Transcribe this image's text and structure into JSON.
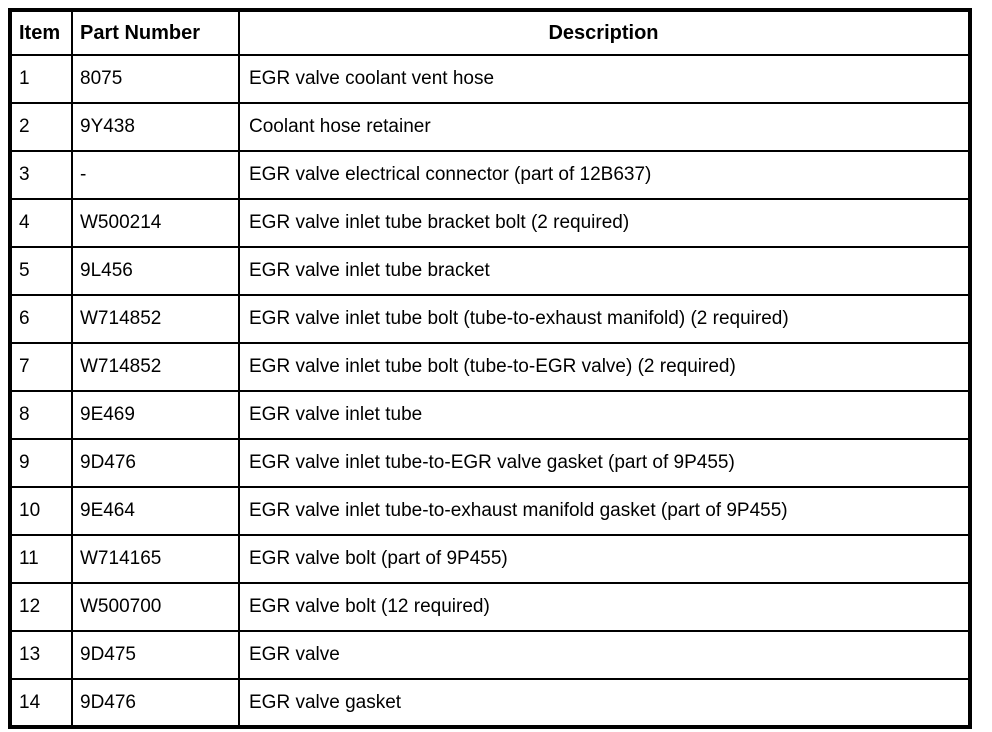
{
  "table": {
    "headers": {
      "item": "Item",
      "part_number": "Part Number",
      "description": "Description"
    },
    "rows": [
      {
        "item": "1",
        "part": "8075",
        "desc": "EGR valve coolant vent hose"
      },
      {
        "item": "2",
        "part": "9Y438",
        "desc": "Coolant hose retainer"
      },
      {
        "item": "3",
        "part": "-",
        "desc": "EGR valve electrical connector (part of 12B637)"
      },
      {
        "item": "4",
        "part": "W500214",
        "desc": "EGR valve inlet tube bracket bolt (2 required)"
      },
      {
        "item": "5",
        "part": "9L456",
        "desc": "EGR valve inlet tube bracket"
      },
      {
        "item": "6",
        "part": "W714852",
        "desc": "EGR valve inlet tube bolt (tube-to-exhaust manifold) (2 required)"
      },
      {
        "item": "7",
        "part": "W714852",
        "desc": "EGR valve inlet tube bolt (tube-to-EGR valve) (2 required)"
      },
      {
        "item": "8",
        "part": "9E469",
        "desc": "EGR valve inlet tube"
      },
      {
        "item": "9",
        "part": "9D476",
        "desc": "EGR valve inlet tube-to-EGR valve gasket (part of 9P455)"
      },
      {
        "item": "10",
        "part": "9E464",
        "desc": "EGR valve inlet tube-to-exhaust manifold gasket (part of 9P455)"
      },
      {
        "item": "11",
        "part": "W714165",
        "desc": "EGR valve bolt (part of 9P455)"
      },
      {
        "item": "12",
        "part": "W500700",
        "desc": "EGR valve bolt (12 required)"
      },
      {
        "item": "13",
        "part": "9D475",
        "desc": "EGR valve"
      },
      {
        "item": "14",
        "part": "9D476",
        "desc": "EGR valve gasket"
      }
    ],
    "colors": {
      "border": "#000000",
      "background": "#ffffff",
      "text": "#000000"
    }
  }
}
